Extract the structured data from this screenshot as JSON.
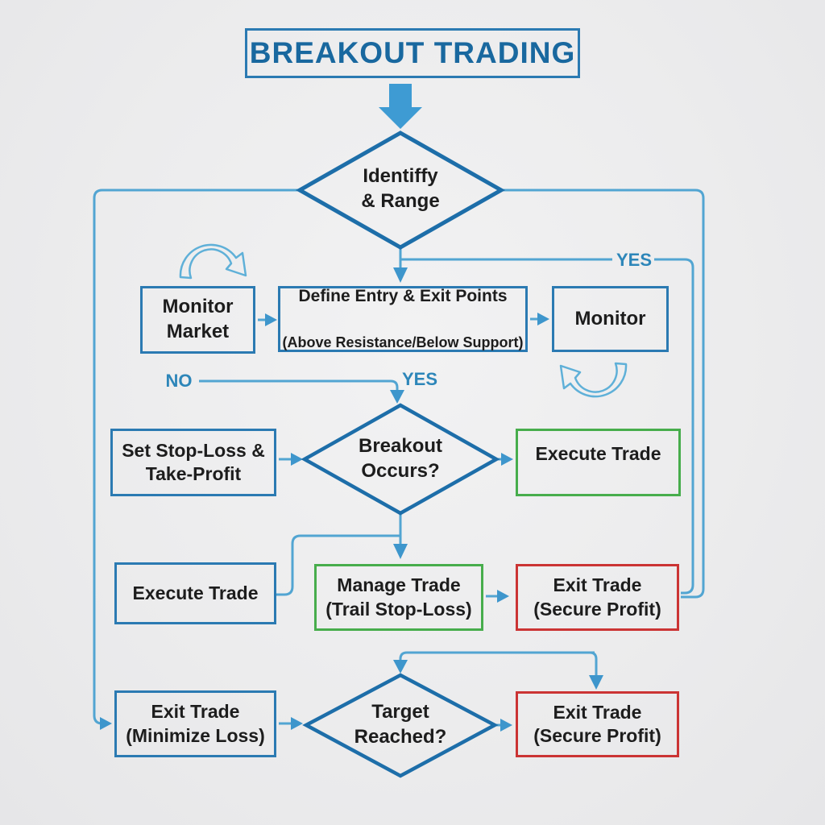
{
  "title": "BREAKOUT TRADING",
  "edge_labels": {
    "yes_top": "YES",
    "no_left": "NO",
    "yes_mid": "YES"
  },
  "nodes": {
    "identify_range": "Identiffy\n& Range",
    "monitor_market": "Monitor\nMarket",
    "define_entry_line1": "Define Entry & Exit Points",
    "define_entry_line2": "(Above Resistance/Below Support)",
    "monitor": "Monitor",
    "set_stop_loss": "Set Stop-Loss &\nTake-Profit",
    "breakout_occurs": "Breakout\nOccurs?",
    "execute_trade_right": "Execute Trade",
    "execute_trade_left": "Execute Trade",
    "manage_trade": "Manage Trade\n(Trail Stop-Loss)",
    "exit_trade_secure_top": "Exit Trade\n(Secure Profit)",
    "exit_trade_minimize": "Exit Trade\n(Minimize Loss)",
    "target_reached": "Target\nReached?",
    "exit_trade_secure_bottom": "Exit Trade\n(Secure Profit)"
  },
  "colors": {
    "diamond_border": "#1d6ea9",
    "connector_line": "#52a5d2",
    "arrowhead": "#3e96cc",
    "edge_label_blue": "#2d86b9",
    "box_border_blue": "#2b7ab2",
    "box_border_green": "#47ad4c",
    "box_border_red": "#cb3434",
    "title_blue": "#19689f",
    "text_dark": "#1d1d1d",
    "background": "#ececed"
  }
}
